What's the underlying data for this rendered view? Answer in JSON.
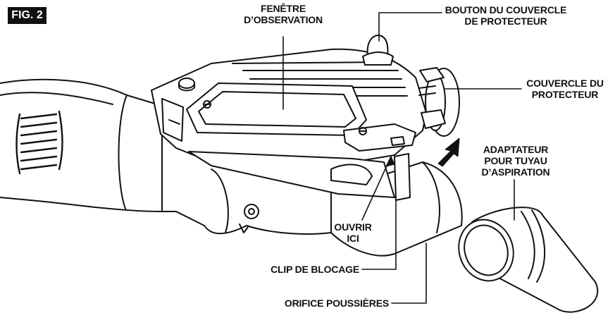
{
  "figure": {
    "badge": "FIG. 2"
  },
  "labels": {
    "viewing_window": [
      "FENÊTRE",
      "D’OBSERVATION"
    ],
    "guard_cover_knob": [
      "BOUTON DU COUVERCLE",
      "DE PROTECTEUR"
    ],
    "guard_cover": [
      "COUVERCLE DU",
      "PROTECTEUR"
    ],
    "vacuum_adapter": [
      "ADAPTATEUR",
      "POUR TUYAU",
      "D’ASPIRATION"
    ],
    "open_here": [
      "OUVRIR",
      "ICI"
    ],
    "locking_clip": "CLIP DE BLOCAGE",
    "dust_port": "ORIFICE POUSSIÈRES"
  },
  "colors": {
    "ink": "#111111",
    "background": "#ffffff"
  }
}
